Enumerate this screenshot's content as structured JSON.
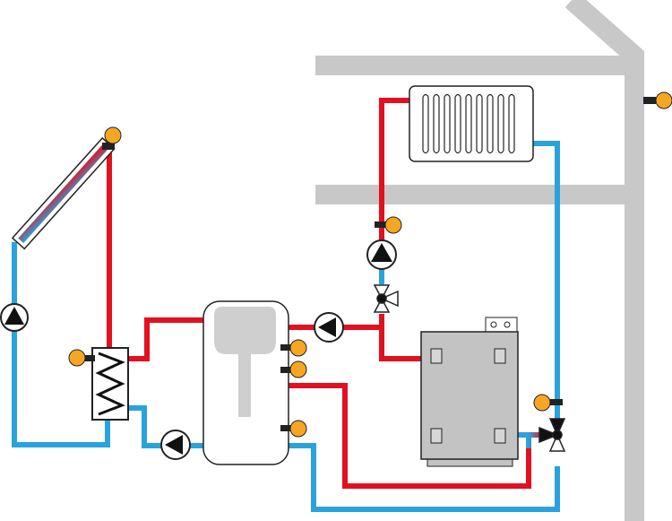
{
  "diagram": {
    "type": "solar-heating-schematic",
    "colors": {
      "hot_pipe": "#e3101f",
      "cold_pipe": "#2aa3dd",
      "building": "#c8c8c8",
      "sensor": "#f6a623",
      "outline": "#222222",
      "tank_fill": "#ffffff",
      "tank_inner": "#cfcfcf",
      "boiler_fill": "#c3c3c3"
    },
    "components": [
      {
        "id": "solar-collector",
        "icon": "solar-panel-icon"
      },
      {
        "id": "collector-sensor",
        "icon": "temperature-sensor-icon"
      },
      {
        "id": "solar-circuit-pump",
        "icon": "pump-icon"
      },
      {
        "id": "solar-heat-exchanger",
        "icon": "heat-exchanger-icon"
      },
      {
        "id": "exchanger-sensor",
        "icon": "temperature-sensor-icon"
      },
      {
        "id": "exchanger-loading-pump",
        "icon": "pump-icon"
      },
      {
        "id": "buffer-tank",
        "icon": "storage-tank-icon"
      },
      {
        "id": "tank-sensor-top",
        "icon": "temperature-sensor-icon"
      },
      {
        "id": "tank-sensor-middle",
        "icon": "temperature-sensor-icon"
      },
      {
        "id": "tank-sensor-bottom",
        "icon": "temperature-sensor-icon"
      },
      {
        "id": "tank-discharge-pump",
        "icon": "pump-icon"
      },
      {
        "id": "radiator",
        "icon": "radiator-icon"
      },
      {
        "id": "heating-circuit-pump",
        "icon": "pump-icon"
      },
      {
        "id": "heating-pump-sensor",
        "icon": "temperature-sensor-icon"
      },
      {
        "id": "heating-mixing-valve",
        "icon": "three-way-valve-icon"
      },
      {
        "id": "boiler",
        "icon": "boiler-icon"
      },
      {
        "id": "boiler-return-valve",
        "icon": "three-way-valve-icon"
      },
      {
        "id": "boiler-return-sensor",
        "icon": "temperature-sensor-icon"
      },
      {
        "id": "outdoor-sensor",
        "icon": "outdoor-sensor-icon"
      },
      {
        "id": "house-outline",
        "icon": "house-icon"
      }
    ]
  }
}
